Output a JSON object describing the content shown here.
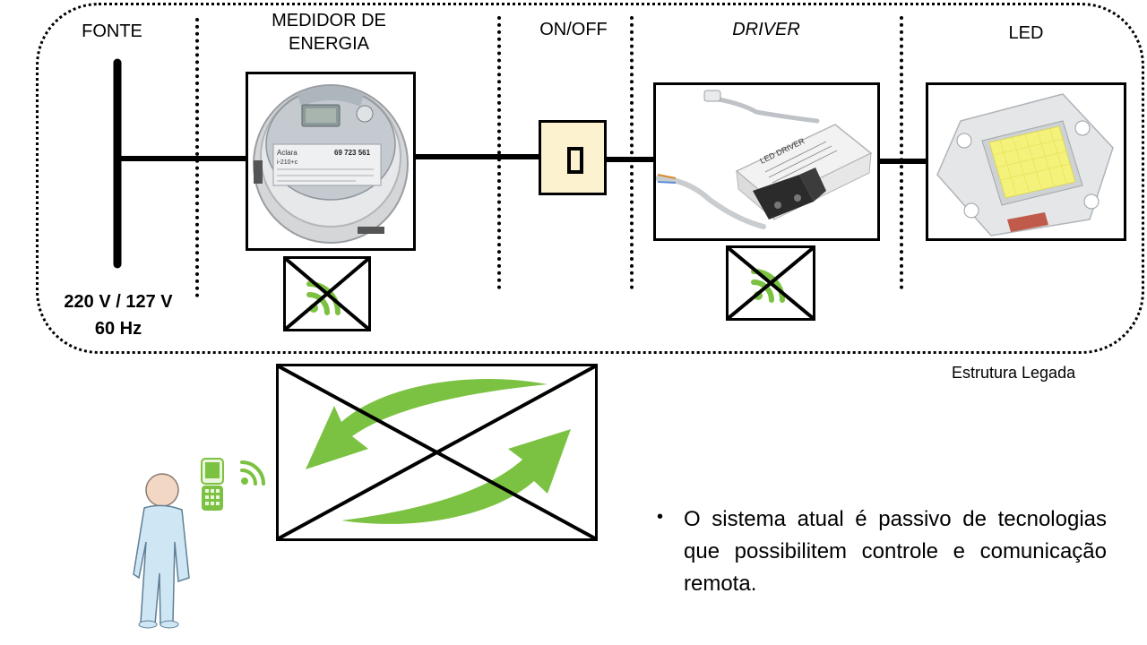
{
  "diagram": {
    "headers": {
      "fonte": "FONTE",
      "medidor": "MEDIDOR DE ENERGIA",
      "onoff": "ON/OFF",
      "driver": "DRIVER",
      "led": "LED"
    },
    "voltage": "220 V / 127 V",
    "frequency": "60 Hz",
    "caption": "Estrutura Legada",
    "meter_label": {
      "brand": "Aclara",
      "model": "i-210+c",
      "serial": "69 723 561"
    },
    "driver_label": "LED DRIVER",
    "bullet_text": "O sistema atual é passivo de tecnologias que possibilitem controle e comunicação remota.",
    "colors": {
      "wifi_green": "#7CC242",
      "arrow_green": "#7CC242",
      "switch_fill": "#FDF2D0",
      "led_chip": "#F4F27A",
      "person_body": "#CFE7F5",
      "person_head": "#F2D7C5"
    },
    "icons": [
      "wifi-icon",
      "smartphone-icon",
      "person-icon",
      "switch-icon"
    ]
  }
}
